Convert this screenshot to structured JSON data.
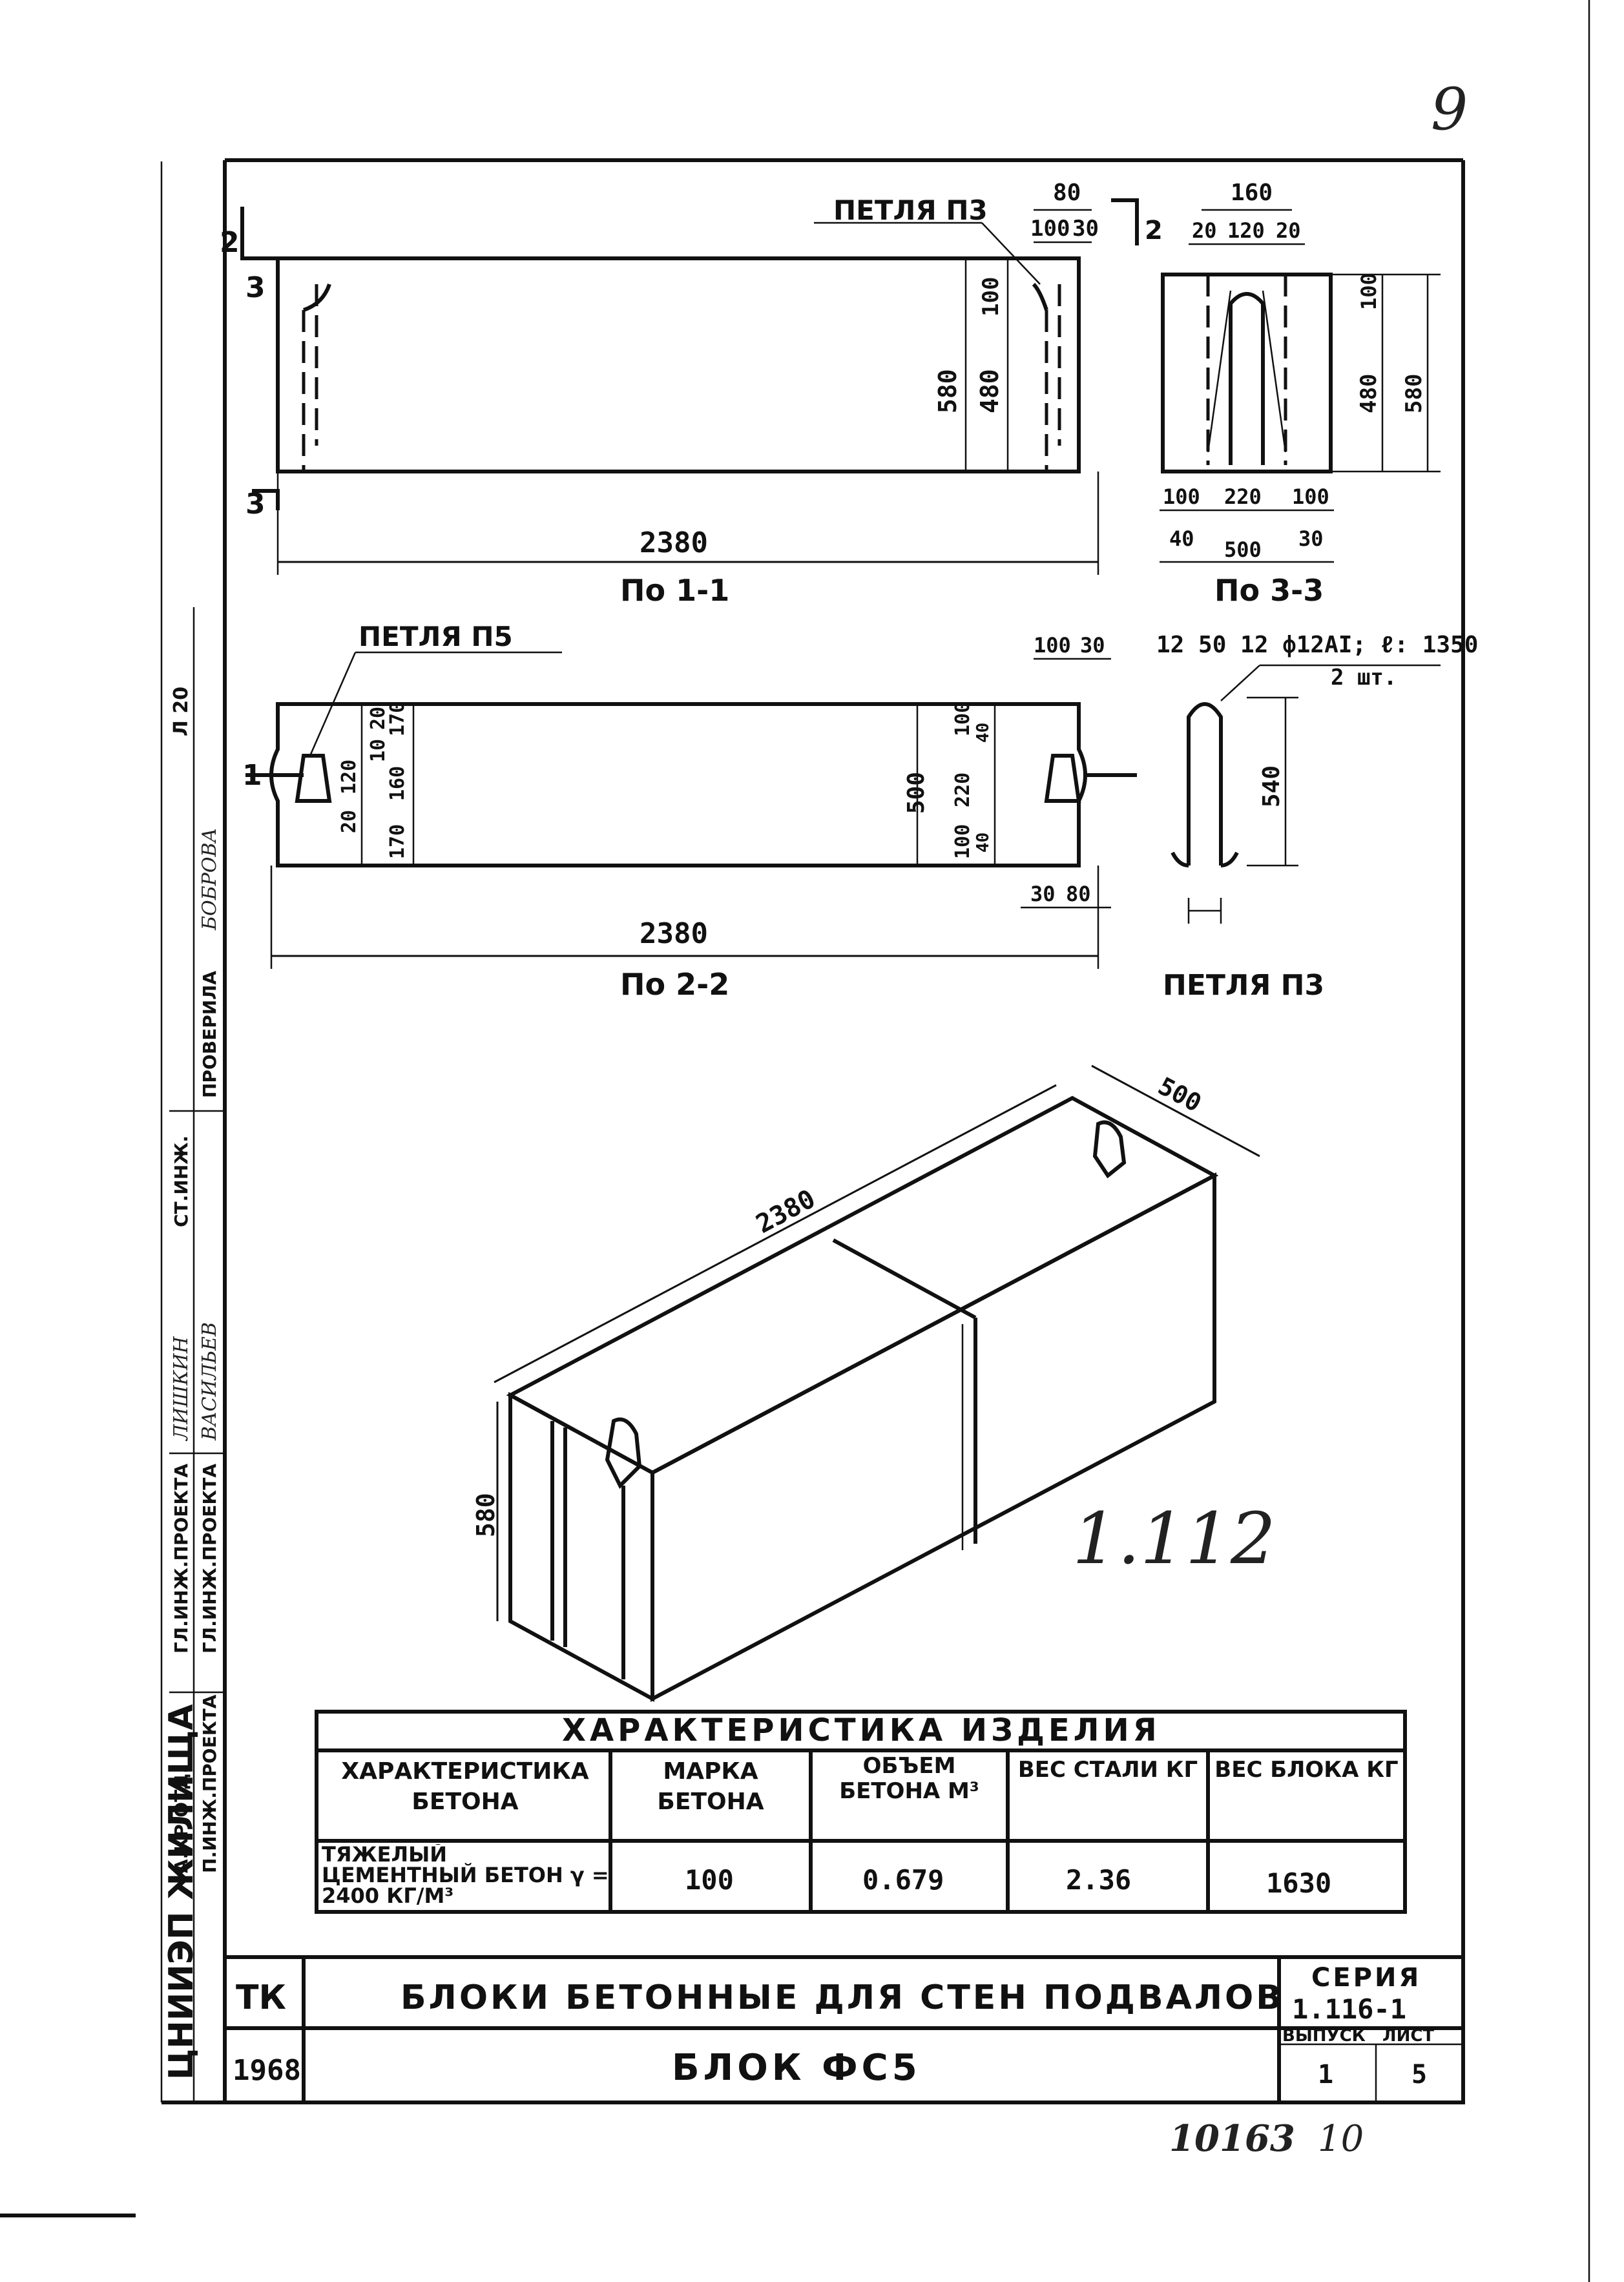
{
  "sheet_number": "9",
  "side_strip": {
    "org": "ЦНИИЭП ЖИЛИЩА",
    "roles": [
      {
        "role": "ГЛ.ИНЖ.ПРОЕКТА",
        "name": "ЛИШКИН"
      },
      {
        "role": "ГЛ.ИНЖ.ПРОЕКТА",
        "name": "ВАСИЛЬЕВ"
      },
      {
        "role": "ПРОВЕРИЛА",
        "name": "БОБРОВА"
      }
    ],
    "extra": [
      "А.КР.ОТД.",
      "П.ИНЖ.ПРОЕКТА",
      "СТ.ИНЖ."
    ],
    "sheet_ref": "Л 20"
  },
  "view_1": {
    "loop_label": "ПЕТЛЯ П3",
    "section_mark_top": "2",
    "section_mark_left_top": "3",
    "section_mark_left_bottom": "3",
    "dims_top": {
      "total": "80",
      "parts": [
        "100",
        "30"
      ]
    },
    "dims_right": {
      "a": "100",
      "b": "480",
      "c": "580"
    },
    "length": "2380",
    "caption": "По 1-1"
  },
  "view_3": {
    "dims_top": {
      "total": "160",
      "parts": [
        "20",
        "120",
        "20"
      ]
    },
    "dims_right": {
      "a": "100",
      "b": "480",
      "c": "580"
    },
    "dims_bottom_row1": [
      "100",
      "220",
      "100"
    ],
    "dims_bottom_row2": [
      "40",
      "500",
      "30"
    ],
    "caption": "По 3-3"
  },
  "view_2": {
    "loop_label": "ПЕТЛЯ П5",
    "section_mark": "1",
    "dims_top_right": [
      "100",
      "30"
    ],
    "dims_left": [
      "20",
      "120",
      "20",
      "160",
      "170",
      "170",
      "10"
    ],
    "dims_right": [
      "100",
      "40",
      "220",
      "500",
      "100",
      "40"
    ],
    "dims_bottom_right": [
      "30",
      "80"
    ],
    "length": "2380",
    "caption": "По 2-2"
  },
  "loop_detail": {
    "spec": "12 50 12  ф12АI; ℓ: 1350",
    "qty": "2 шт.",
    "height": "540",
    "caption": "ПЕТЛЯ П3"
  },
  "iso_view": {
    "length": "2380",
    "width": "500",
    "height": "580",
    "watermark": "1.112"
  },
  "spec_table": {
    "title": "ХАРАКТЕРИСТИКА ИЗДЕЛИЯ",
    "headers": [
      "ХАРАКТЕРИСТИКА БЕТОНА",
      "МАРКА БЕТОНА",
      "ОБЪЕМ БЕТОНА М³",
      "ВЕС СТАЛИ КГ",
      "ВЕС БЛОКА КГ"
    ],
    "row": [
      "ТЯЖЕЛЫЙ ЦЕМЕНТНЫЙ БЕТОН γ = 2400 КГ/М³",
      "100",
      "0.679",
      "2.36",
      "1630"
    ]
  },
  "title_block": {
    "org": "ТК",
    "year": "1968",
    "title": "БЛОКИ БЕТОННЫЕ ДЛЯ СТЕН ПОДВАЛОВ",
    "subtitle": "БЛОК ФС5",
    "series_label": "СЕРИЯ",
    "series_value": "1.116-1",
    "issue_label": "ВЫПУСК",
    "sheet_label": "ЛИСТ",
    "issue_value": "1",
    "sheet_value": "5"
  },
  "footer_number": "10163",
  "footer_page": "10"
}
